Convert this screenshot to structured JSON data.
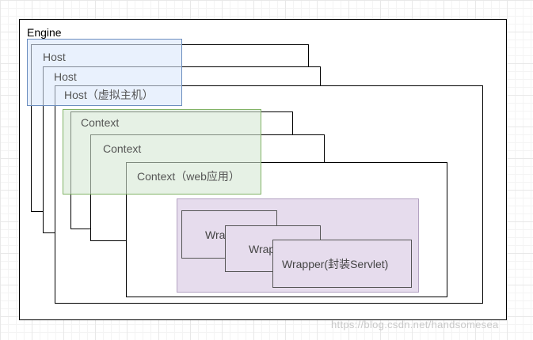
{
  "diagram": {
    "engine": {
      "label": "Engine"
    },
    "hosts": [
      {
        "label": "Host"
      },
      {
        "label": "Host"
      },
      {
        "label": "Host（虚拟主机）"
      }
    ],
    "contexts": [
      {
        "label": "Context"
      },
      {
        "label": "Context"
      },
      {
        "label": "Context（web应用）"
      }
    ],
    "wrappers": [
      {
        "label": "Wrapper"
      },
      {
        "label": "Wrapper"
      },
      {
        "label": "Wrapper(封装Servlet)"
      }
    ]
  },
  "watermark": "https://blog.csdn.net/handsomesea",
  "colors": {
    "host_overlay_fill": "#dce8fb",
    "host_overlay_border": "#6c8ebf",
    "context_overlay_fill": "#d5e8d4",
    "context_overlay_border": "#82b366",
    "wrapper_overlay_fill": "#e1d5e7",
    "wrapper_overlay_border": "#9673a6",
    "watermark": "#c8c8c8"
  }
}
